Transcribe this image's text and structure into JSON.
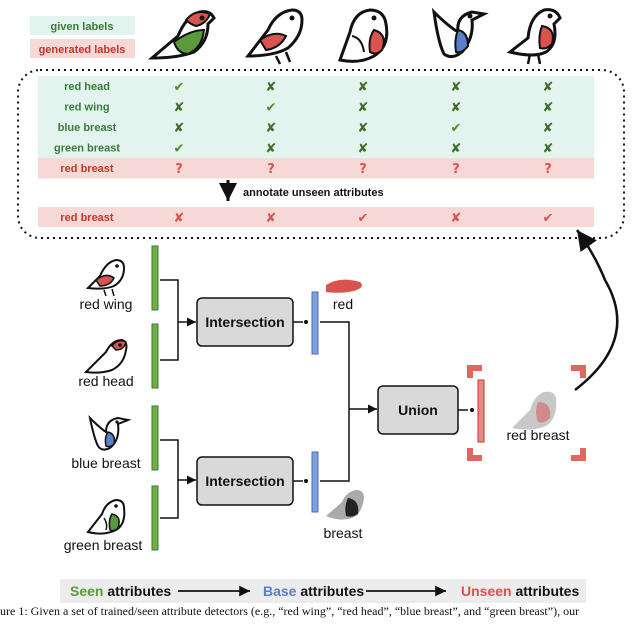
{
  "legend": {
    "given": "given labels",
    "generated": "generated labels"
  },
  "table": {
    "rows": [
      {
        "label": "red head",
        "type": "given",
        "marks": [
          "✔",
          "✘",
          "✘",
          "✘",
          "✘"
        ]
      },
      {
        "label": "red wing",
        "type": "given",
        "marks": [
          "✘",
          "✔",
          "✘",
          "✘",
          "✘"
        ]
      },
      {
        "label": "blue breast",
        "type": "given",
        "marks": [
          "✘",
          "✘",
          "✘",
          "✔",
          "✘"
        ]
      },
      {
        "label": "green breast",
        "type": "given",
        "marks": [
          "✔",
          "✘",
          "✘",
          "✘",
          "✘"
        ]
      },
      {
        "label": "red breast",
        "type": "generated",
        "marks": [
          "?",
          "?",
          "?",
          "?",
          "?"
        ]
      }
    ],
    "annotate_text": "annotate unseen attributes",
    "result_row": {
      "label": "red breast",
      "marks": [
        "✘",
        "✘",
        "✔",
        "✘",
        "✔"
      ]
    }
  },
  "diagram": {
    "inputs": [
      "red wing",
      "red head",
      "blue breast",
      "green breast"
    ],
    "intersection_top": "Intersection",
    "intersection_bottom": "Intersection",
    "base_top": "red",
    "base_bottom": "breast",
    "union": "Union",
    "output": "red breast"
  },
  "footer": {
    "seen_word": "Seen",
    "seen_rest": " attributes",
    "base_word": "Base",
    "base_rest": " attributes",
    "unseen_word": "Unseen",
    "unseen_rest": " attributes"
  },
  "caption": "ure 1: Given a set of trained/seen attribute detectors (e.g., “red wing”, “red head”, “blue breast”, and “green breast”), our",
  "colors": {
    "given_bg": "#e3f4ef",
    "generated_bg": "#f6d8d6",
    "check_green": "#4f8a2a",
    "cross_green": "#3f6e2a",
    "cross_red": "#d9534f",
    "q_red": "#d9534f",
    "seen": "#5a9a3c",
    "base": "#5b7fc7",
    "unseen": "#d9534f",
    "node_fill": "#d9d9d9"
  }
}
